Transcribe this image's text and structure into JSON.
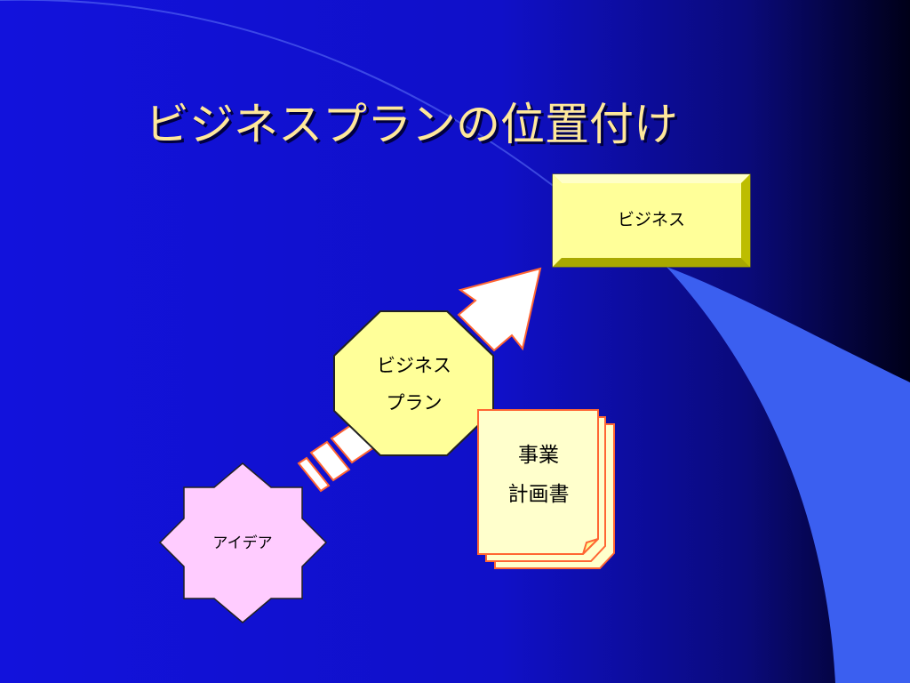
{
  "slide": {
    "title": "ビジネスプランの位置付け"
  },
  "diagram": {
    "business_box": "ビジネス",
    "plan_octagon": {
      "line1": "ビジネス",
      "line2": "プラン"
    },
    "document": {
      "line1": "事業",
      "line2": "計画書"
    },
    "idea_star": "アイデア"
  },
  "colors": {
    "title": "#ffe89a",
    "box_fill": "#ffff99",
    "octagon_fill": "#ffff99",
    "document_fill": "#ffffcc",
    "idea_fill": "#ffccff",
    "arrow_outline": "#ff6633",
    "sweep": "#3b5ff0"
  }
}
